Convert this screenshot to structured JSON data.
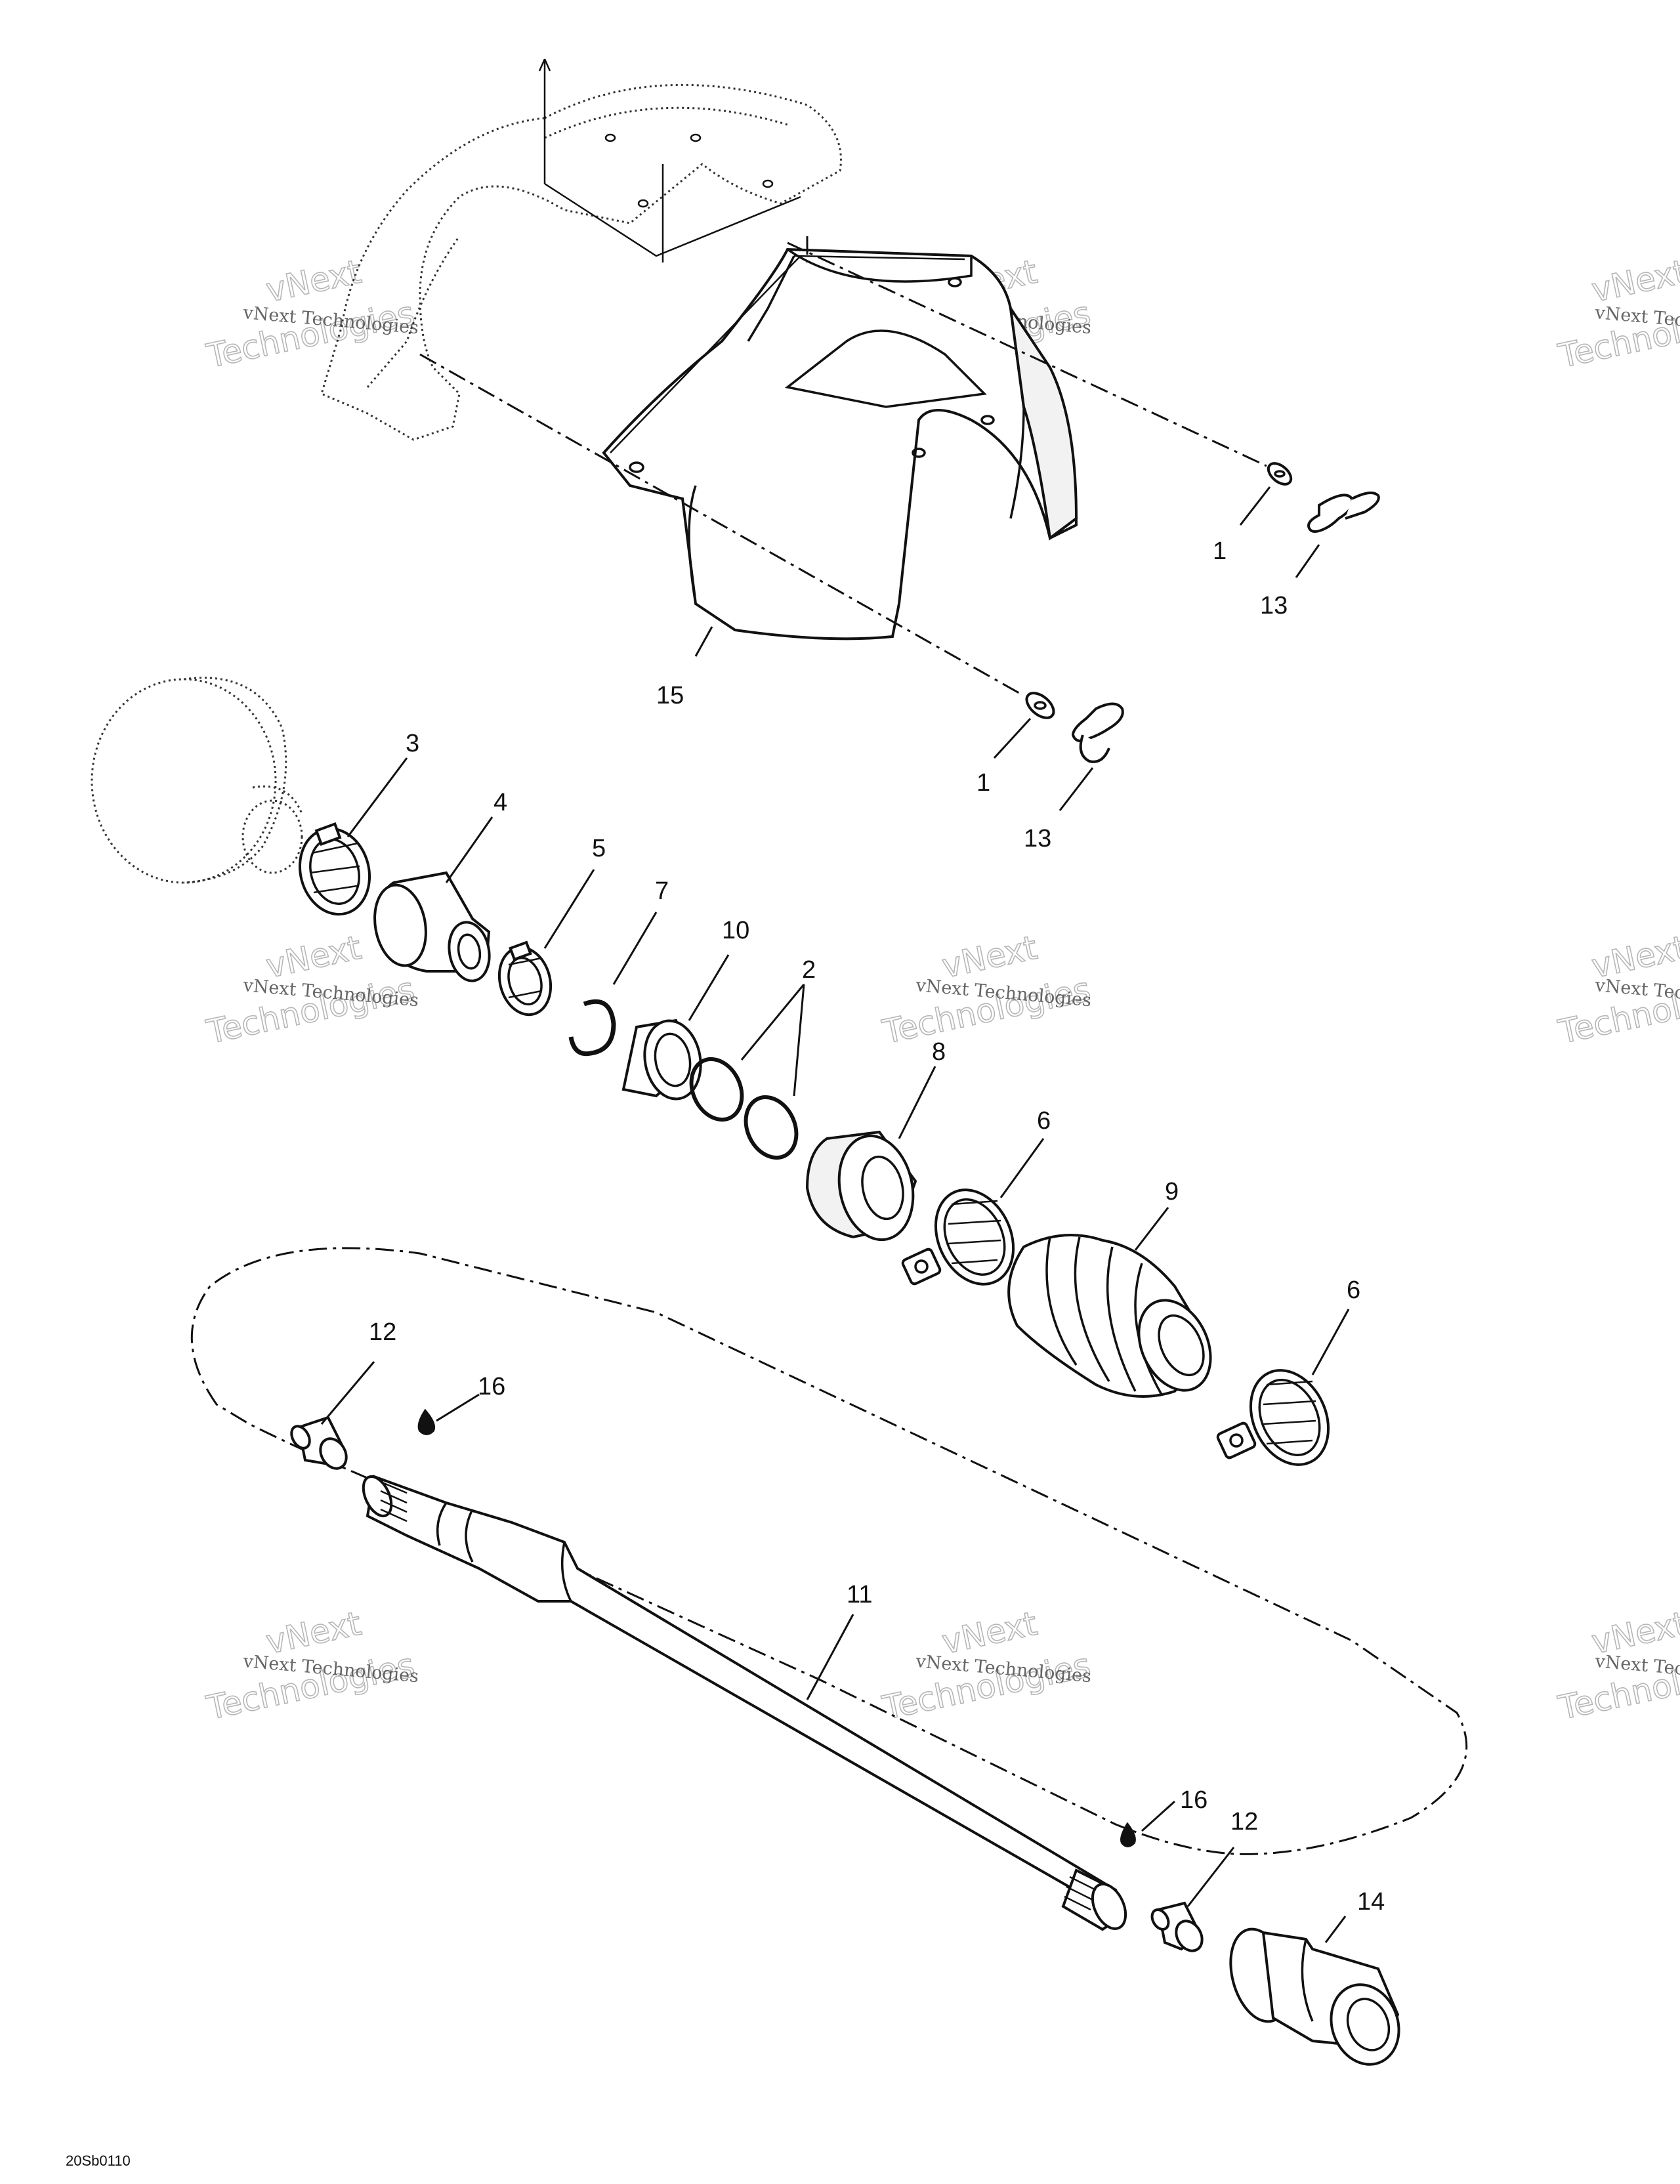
{
  "diagram": {
    "callouts": [
      {
        "id": "c1a",
        "text": "1"
      },
      {
        "id": "c13a",
        "text": "13"
      },
      {
        "id": "c15",
        "text": "15"
      },
      {
        "id": "c1b",
        "text": "1"
      },
      {
        "id": "c13b",
        "text": "13"
      },
      {
        "id": "c3",
        "text": "3"
      },
      {
        "id": "c4",
        "text": "4"
      },
      {
        "id": "c5",
        "text": "5"
      },
      {
        "id": "c7",
        "text": "7"
      },
      {
        "id": "c10",
        "text": "10"
      },
      {
        "id": "c2",
        "text": "2"
      },
      {
        "id": "c8",
        "text": "8"
      },
      {
        "id": "c6a",
        "text": "6"
      },
      {
        "id": "c9",
        "text": "9"
      },
      {
        "id": "c6b",
        "text": "6"
      },
      {
        "id": "c12a",
        "text": "12"
      },
      {
        "id": "c16a",
        "text": "16"
      },
      {
        "id": "c11",
        "text": "11"
      },
      {
        "id": "c16b",
        "text": "16"
      },
      {
        "id": "c12b",
        "text": "12"
      },
      {
        "id": "c14",
        "text": "14"
      }
    ],
    "figure_code": "20Sb0110"
  },
  "watermark": {
    "line1": "vNext Technologies",
    "line2": "vNext",
    "line3": "Technologies"
  }
}
